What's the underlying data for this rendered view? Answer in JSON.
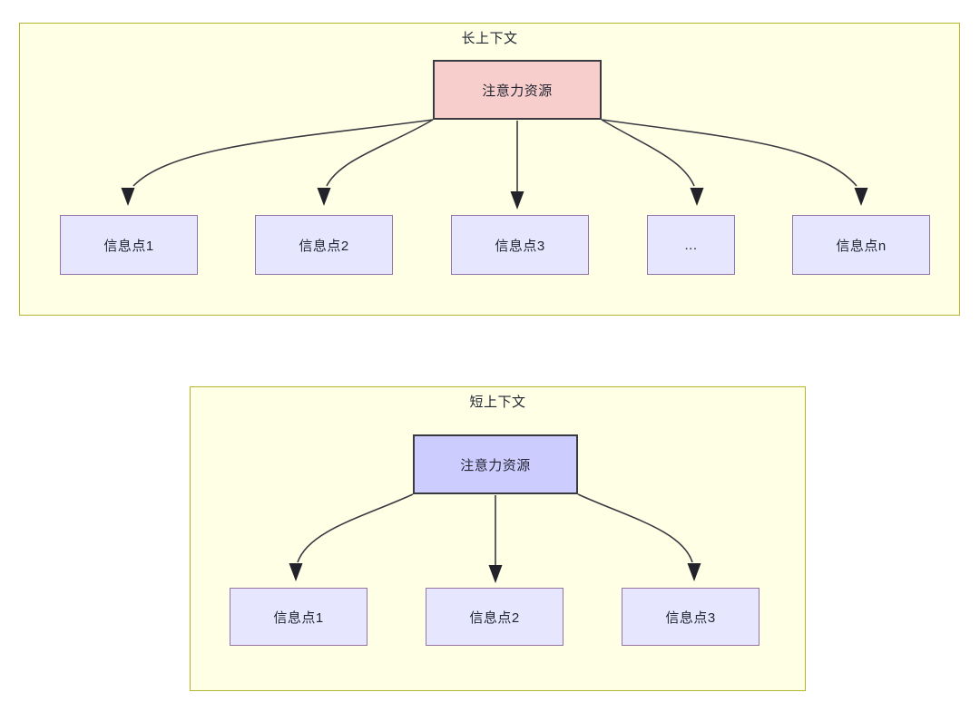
{
  "diagram": {
    "title_long": "长上下文",
    "title_short": "短上下文",
    "colors": {
      "group_fill": "#ffffe6",
      "group_border": "#b8b52e",
      "root_long_fill": "#f8cecc",
      "root_short_fill": "#ccccff",
      "leaf_fill": "#e6e6ff",
      "leaf_border": "#9673a6",
      "edge_stroke": "#3a3a43",
      "text": "#1f2430"
    }
  },
  "long_context": {
    "title": "长上下文",
    "root": {
      "label": "注意力资源"
    },
    "leaves": [
      {
        "label": "信息点1"
      },
      {
        "label": "信息点2"
      },
      {
        "label": "信息点3"
      },
      {
        "label": "..."
      },
      {
        "label": "信息点n"
      }
    ]
  },
  "short_context": {
    "title": "短上下文",
    "root": {
      "label": "注意力资源"
    },
    "leaves": [
      {
        "label": "信息点1"
      },
      {
        "label": "信息点2"
      },
      {
        "label": "信息点3"
      }
    ]
  }
}
